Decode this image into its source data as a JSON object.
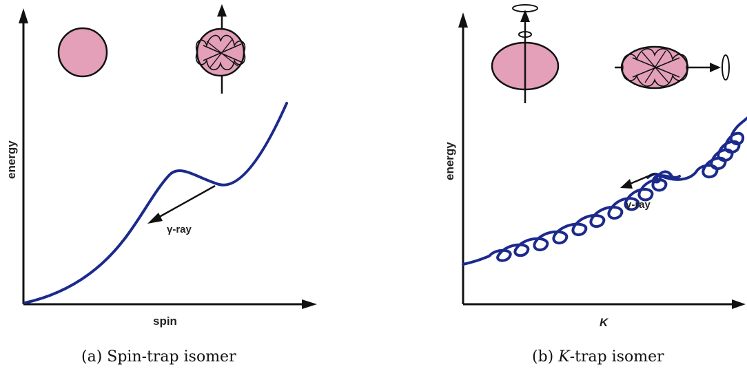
{
  "panel_a": {
    "y_axis_label": "energy",
    "x_axis_label": "spin",
    "ray_label": "γ-ray",
    "caption": "(a) Spin-trap isomer"
  },
  "panel_b": {
    "y_axis_label": "energy",
    "x_axis_label": "K",
    "ray_label": "γ-ray",
    "caption_prefix": "(b) ",
    "caption_italic": "K",
    "caption_suffix": "-trap isomer"
  },
  "colors": {
    "curve": "#1c2a8c",
    "nucleus_fill": "#e3a0b8",
    "outline": "#111111"
  }
}
